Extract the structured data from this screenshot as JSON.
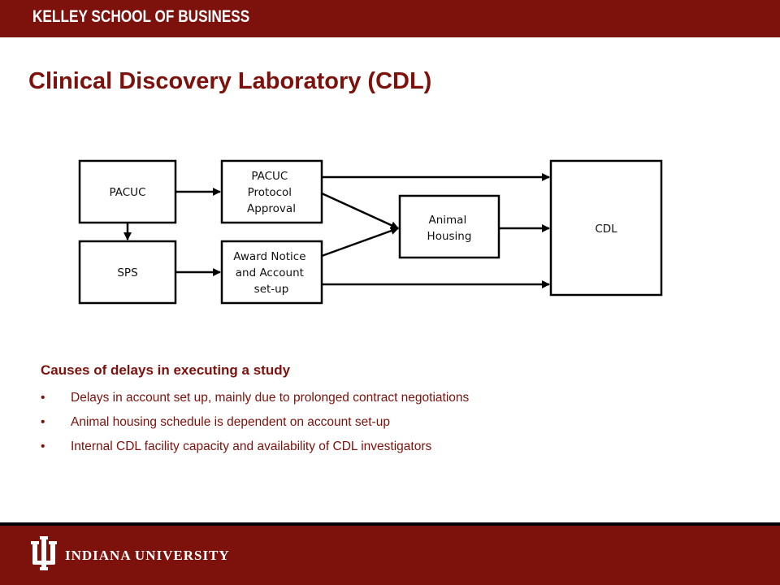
{
  "header": {
    "school": "KELLEY SCHOOL OF BUSINESS"
  },
  "slide": {
    "title": "Clinical Discovery Laboratory (CDL)"
  },
  "diagram": {
    "nodes": {
      "pacuc": [
        "PACUC"
      ],
      "sps": [
        "SPS"
      ],
      "protocol": [
        "PACUC",
        "Protocol",
        "Approval"
      ],
      "award": [
        "Award Notice",
        "and Account",
        "set-up"
      ],
      "housing": [
        "Animal",
        "Housing"
      ],
      "cdl": [
        "CDL"
      ]
    }
  },
  "causes": {
    "heading": "Causes of delays in executing a study",
    "bullet_char": "•",
    "items": [
      "Delays in account set up, mainly due to prolonged contract negotiations",
      "Animal housing schedule is dependent on account set-up",
      "Internal CDL facility capacity and availability of CDL investigators"
    ]
  },
  "footer": {
    "university": "INDIANA UNIVERSITY"
  },
  "colors": {
    "crimson": "#7d110c",
    "white": "#ffffff",
    "black": "#000000"
  }
}
